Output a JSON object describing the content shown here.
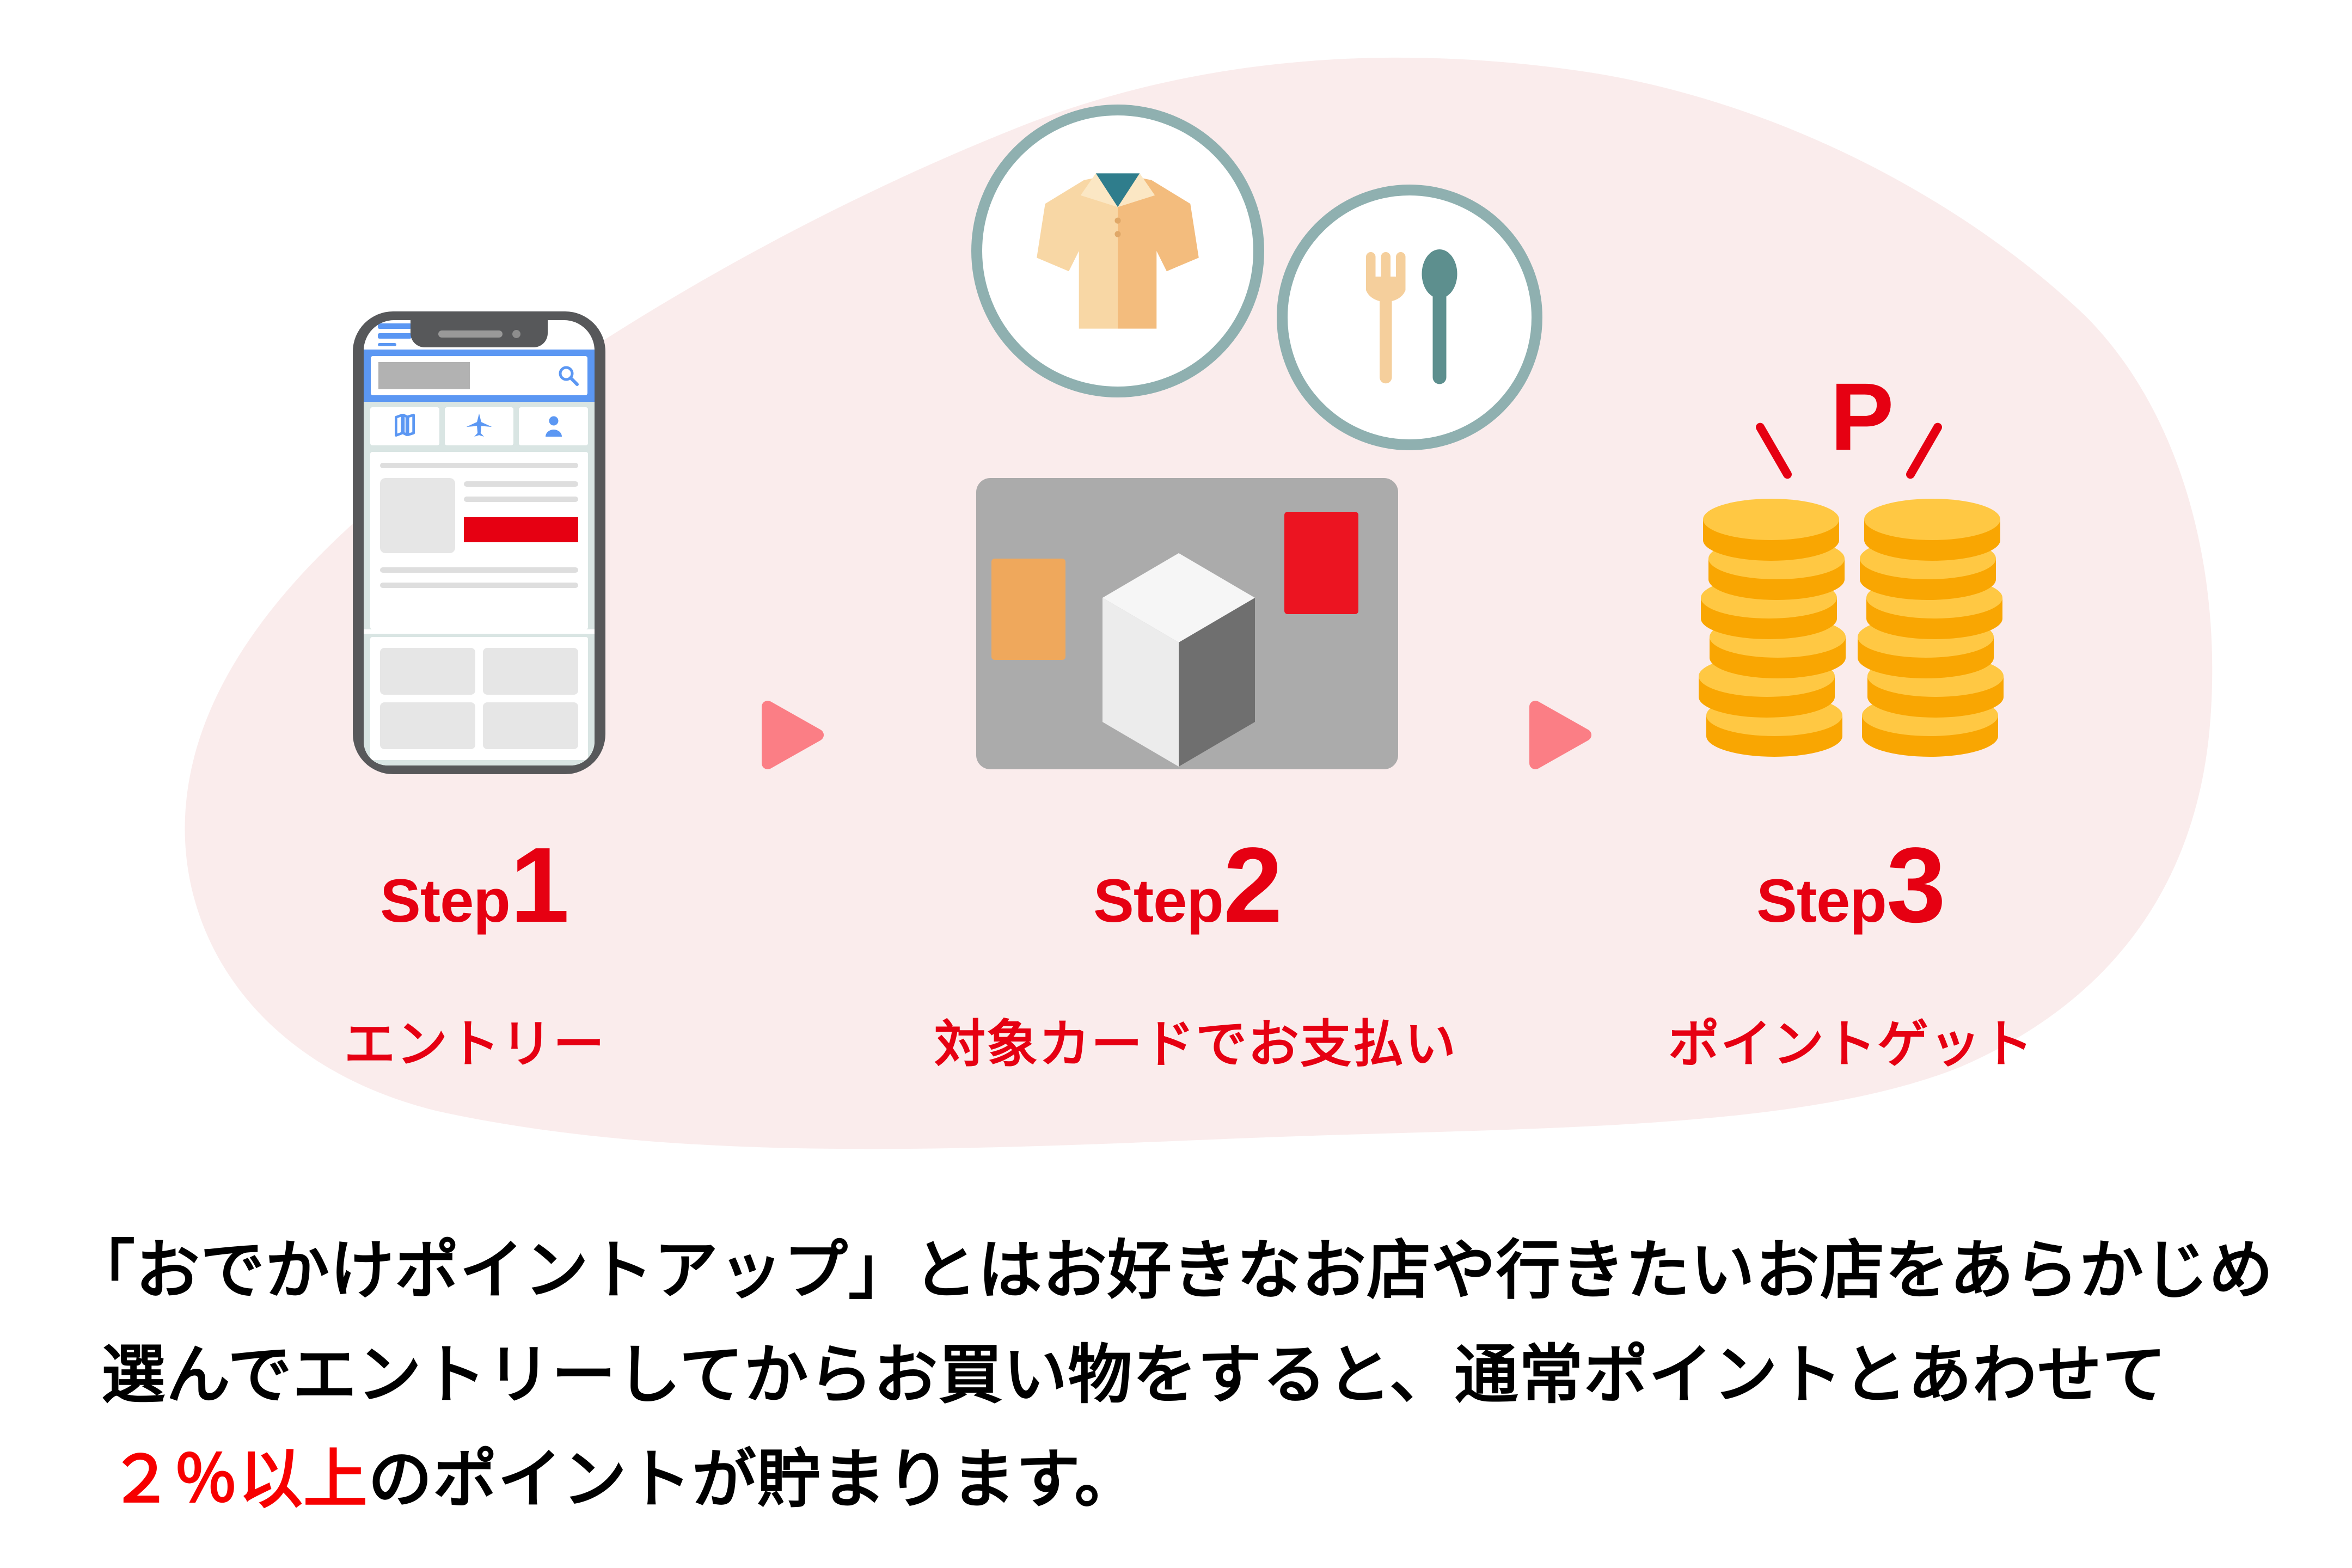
{
  "page": {
    "background_color": "#ffffff",
    "blob_color": "#faecec",
    "accent_red": "#e60012",
    "highlight_red": "#f70000",
    "arrow_color": "#fb7e85",
    "circle_border_color": "#8fb0b0",
    "coin_top_color": "#ffc843",
    "coin_side_color": "#f9a602",
    "card_gray": "#ababab",
    "phone_blue": "#5b97f3"
  },
  "steps": [
    {
      "name": "Step",
      "number": "1",
      "caption": "エントリー",
      "illustration": "smartphone-entry"
    },
    {
      "name": "Step",
      "number": "2",
      "caption": "対象カードでお支払い",
      "illustration": "credit-card-payment"
    },
    {
      "name": "Step",
      "number": "3",
      "caption": "ポイントゲット",
      "illustration": "point-coins",
      "point_label": "P"
    }
  ],
  "description": {
    "line1": "「おでかけポイントアップ」とはお好きなお店や行きたいお店をあらかじめ",
    "line2": "選んでエントリーしてからお買い物をすると、通常ポイントとあわせて",
    "line3_highlight": "２％以上",
    "line3_rest": "のポイントが貯まります。"
  }
}
